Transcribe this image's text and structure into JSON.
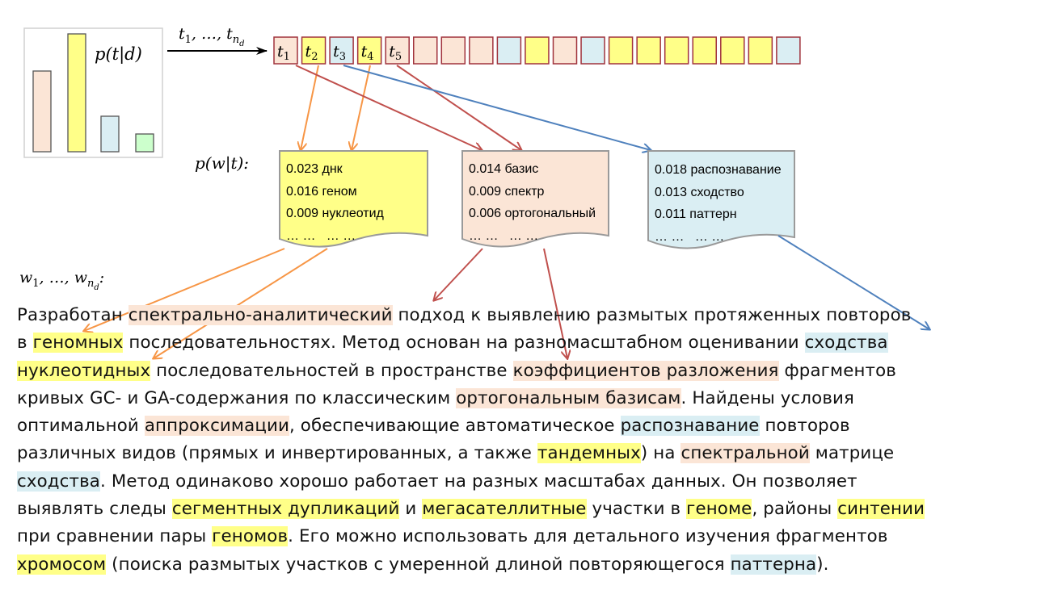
{
  "diagram": {
    "ptd_label": "p(t|d)",
    "sequence_label": "t₁, …, t_{n_d}",
    "sequence_label_parts": {
      "base": "t",
      "sub1": "1",
      "mid": ", …, ",
      "sub_n": "n",
      "sub_d": "d"
    },
    "pwt_label": "p(w|t):",
    "words_label_parts": {
      "base": "w",
      "sub1": "1",
      "mid": ", …, ",
      "sub_n": "n",
      "sub_d": "d",
      "colon": ":"
    },
    "colors": {
      "peach": "#fbe5d6",
      "yellow": "#ffff88",
      "blue": "#daeef3",
      "green": "#ccffcc",
      "box_border": "#a0323c",
      "arrow_orange": "#f79646",
      "arrow_red": "#c0504d",
      "arrow_blue": "#4f81bd"
    },
    "histogram": {
      "bars": [
        {
          "color": "peach",
          "height": 100
        },
        {
          "color": "yellow",
          "height": 146
        },
        {
          "color": "blue",
          "height": 44
        },
        {
          "color": "green",
          "height": 22
        }
      ]
    },
    "sequence": [
      {
        "color": "peach",
        "label": "t",
        "sub": "1"
      },
      {
        "color": "yellow",
        "label": "t",
        "sub": "2"
      },
      {
        "color": "blue",
        "label": "t",
        "sub": "3"
      },
      {
        "color": "yellow",
        "label": "t",
        "sub": "4"
      },
      {
        "color": "peach",
        "label": "t",
        "sub": "5"
      },
      {
        "color": "peach"
      },
      {
        "color": "peach"
      },
      {
        "color": "peach"
      },
      {
        "color": "blue"
      },
      {
        "color": "yellow"
      },
      {
        "color": "peach"
      },
      {
        "color": "blue"
      },
      {
        "color": "yellow"
      },
      {
        "color": "yellow"
      },
      {
        "color": "yellow"
      },
      {
        "color": "yellow"
      },
      {
        "color": "yellow"
      },
      {
        "color": "yellow"
      },
      {
        "color": "blue"
      }
    ],
    "topics": [
      {
        "color": "yellow",
        "rows": [
          "0.023 днк",
          "0.016 геном",
          "0.009 нуклеотид",
          "… …   … …"
        ]
      },
      {
        "color": "peach",
        "rows": [
          "0.014 базис",
          "0.009 спектр",
          "0.006 ортогональный",
          "… …   … …"
        ]
      },
      {
        "color": "blue",
        "rows": [
          "0.018 распознавание",
          "0.013 сходство",
          "0.011 паттерн",
          "… …   … …"
        ]
      }
    ]
  },
  "abstract": {
    "lines": [
      [
        {
          "t": "Разработан "
        },
        {
          "t": "спектрально-аналитический",
          "h": "peach"
        },
        {
          "t": " подход к выявлению размытых протяженных повторов"
        }
      ],
      [
        {
          "t": "в "
        },
        {
          "t": "геномных",
          "h": "yellow"
        },
        {
          "t": " последовательностях. Метод основан на разномасштабном оценивании "
        },
        {
          "t": "сходства",
          "h": "blue"
        }
      ],
      [
        {
          "t": "нуклеотидных",
          "h": "yellow"
        },
        {
          "t": " последовательностей в пространстве "
        },
        {
          "t": "коэффициентов разложения",
          "h": "peach"
        },
        {
          "t": " фрагментов"
        }
      ],
      [
        {
          "t": "кривых GC- и GA-содержания по классическим "
        },
        {
          "t": "ортогональным базисам",
          "h": "peach"
        },
        {
          "t": ". Найдены условия"
        }
      ],
      [
        {
          "t": "оптимальной "
        },
        {
          "t": "аппроксимации",
          "h": "peach"
        },
        {
          "t": ", обеспечивающие автоматическое "
        },
        {
          "t": "распознавание",
          "h": "blue"
        },
        {
          "t": " повторов"
        }
      ],
      [
        {
          "t": "различных видов (прямых и инвертированных, а также "
        },
        {
          "t": "тандемных",
          "h": "yellow"
        },
        {
          "t": ") на "
        },
        {
          "t": "спектральной",
          "h": "peach"
        },
        {
          "t": " матрице"
        }
      ],
      [
        {
          "t": "сходства",
          "h": "blue"
        },
        {
          "t": ". Метод одинаково хорошо работает на разных масштабах данных. Он позволяет"
        }
      ],
      [
        {
          "t": "выявлять следы "
        },
        {
          "t": "сегментных дупликаций",
          "h": "yellow"
        },
        {
          "t": " и "
        },
        {
          "t": "мегасателлитные",
          "h": "yellow"
        },
        {
          "t": " участки в "
        },
        {
          "t": "геноме",
          "h": "yellow"
        },
        {
          "t": ", районы "
        },
        {
          "t": "синтении",
          "h": "yellow"
        }
      ],
      [
        {
          "t": "при сравнении пары "
        },
        {
          "t": "геномов",
          "h": "yellow"
        },
        {
          "t": ". Его можно использовать для детального изучения фрагментов"
        }
      ],
      [
        {
          "t": "хромосом",
          "h": "yellow"
        },
        {
          "t": " (поиска размытых участков с умеренной длиной повторяющегося "
        },
        {
          "t": "паттерна",
          "h": "blue"
        },
        {
          "t": ")."
        }
      ]
    ]
  }
}
